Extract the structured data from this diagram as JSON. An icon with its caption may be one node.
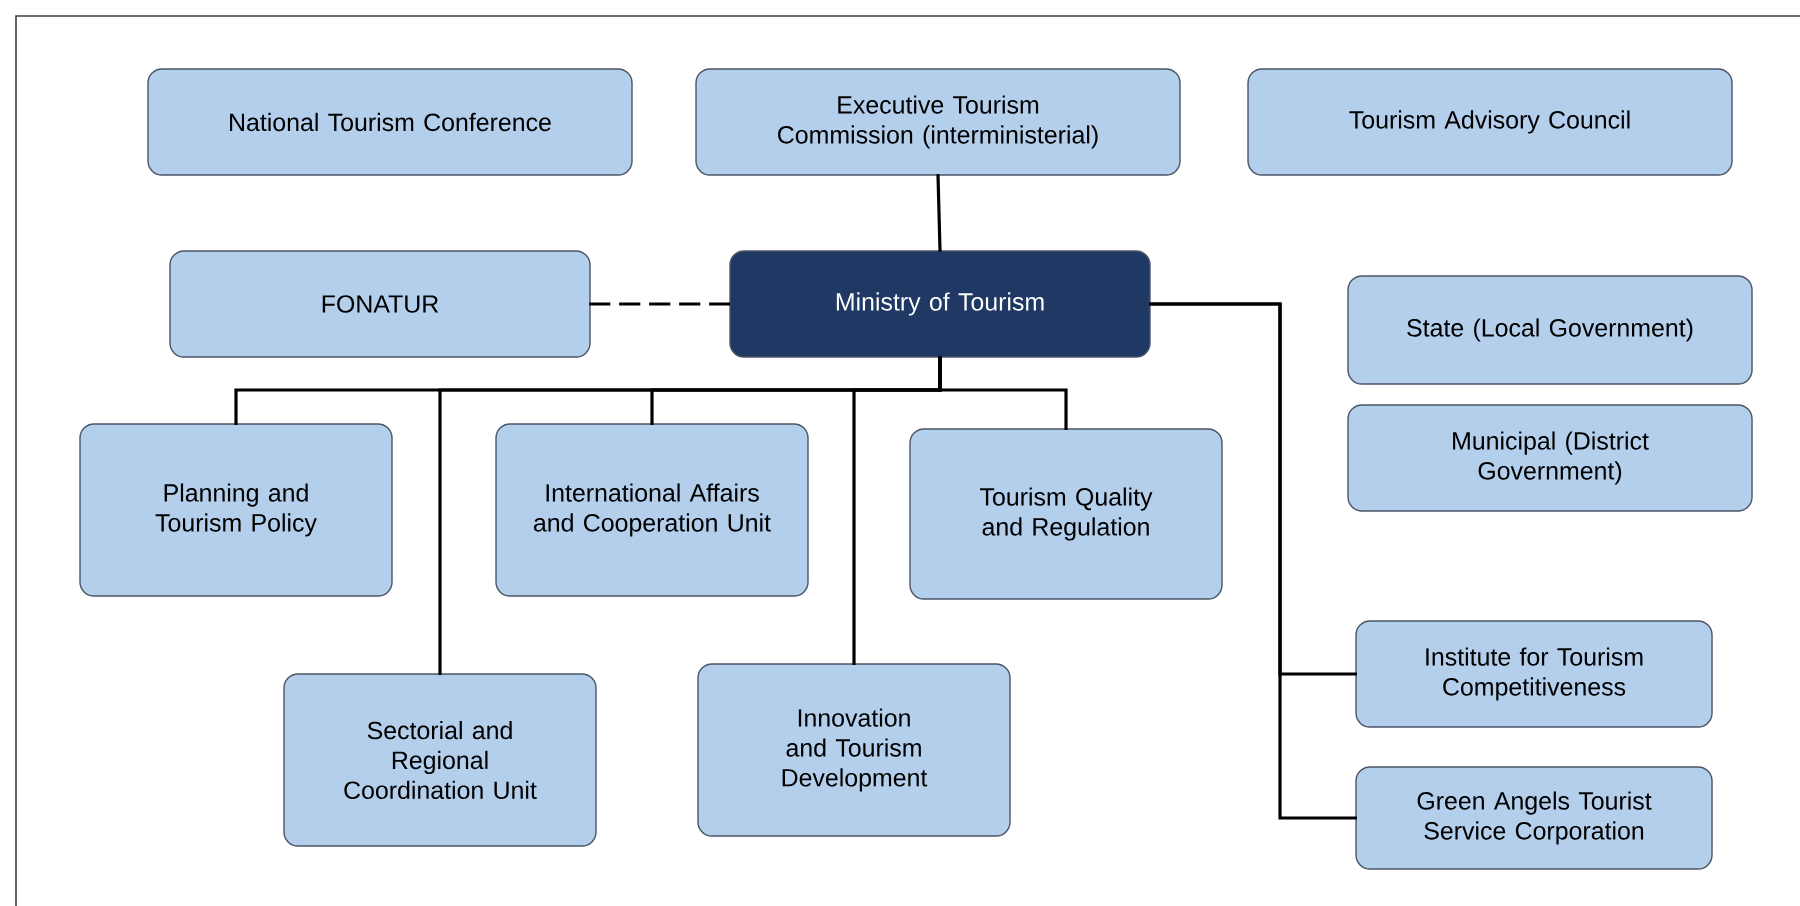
{
  "diagram": {
    "nodes": [
      {
        "text": [
          "National Tourism Conference"
        ]
      },
      {
        "text": [
          "Executive Tourism Commission (interministerial)"
        ]
      },
      {
        "text": [
          "Tourism Advisory Council"
        ]
      },
      {
        "text": [
          "FONATUR"
        ]
      },
      {
        "text": [
          "Ministry of Tourism"
        ]
      },
      {
        "text": [
          "State (Local Government)"
        ]
      },
      {
        "text": [
          "Municipal (District Government)"
        ]
      },
      {
        "text": [
          "Planning and Tourism Policy"
        ]
      },
      {
        "text": [
          "International Affairs and Cooperation Unit"
        ]
      },
      {
        "text": [
          "Tourism Quality and Regulation"
        ]
      },
      {
        "text": [
          "Sectorial and Regional Coordination Unit"
        ]
      },
      {
        "text": [
          "Innovation and Tourism Development"
        ]
      },
      {
        "text": [
          "Institute for Tourism Competitiveness"
        ]
      },
      {
        "text": [
          "Green Angels Tourist Service Corporation"
        ]
      }
    ],
    "edges": [
      {
        "from": 1,
        "to": 4,
        "arrow": "none"
      },
      {
        "from": 3,
        "to": 4,
        "arrow": "none",
        "style": "dashed"
      },
      {
        "from": 4,
        "to": 7,
        "arrow": "none"
      },
      {
        "from": 4,
        "to": 10,
        "arrow": "none"
      },
      {
        "from": 4,
        "to": 8,
        "arrow": "none"
      },
      {
        "from": 4,
        "to": 11,
        "arrow": "none"
      },
      {
        "from": 4,
        "to": 9,
        "arrow": "none"
      },
      {
        "from": 4,
        "to": 12,
        "arrow": "none"
      },
      {
        "from": 4,
        "to": 13,
        "arrow": "none"
      }
    ]
  }
}
